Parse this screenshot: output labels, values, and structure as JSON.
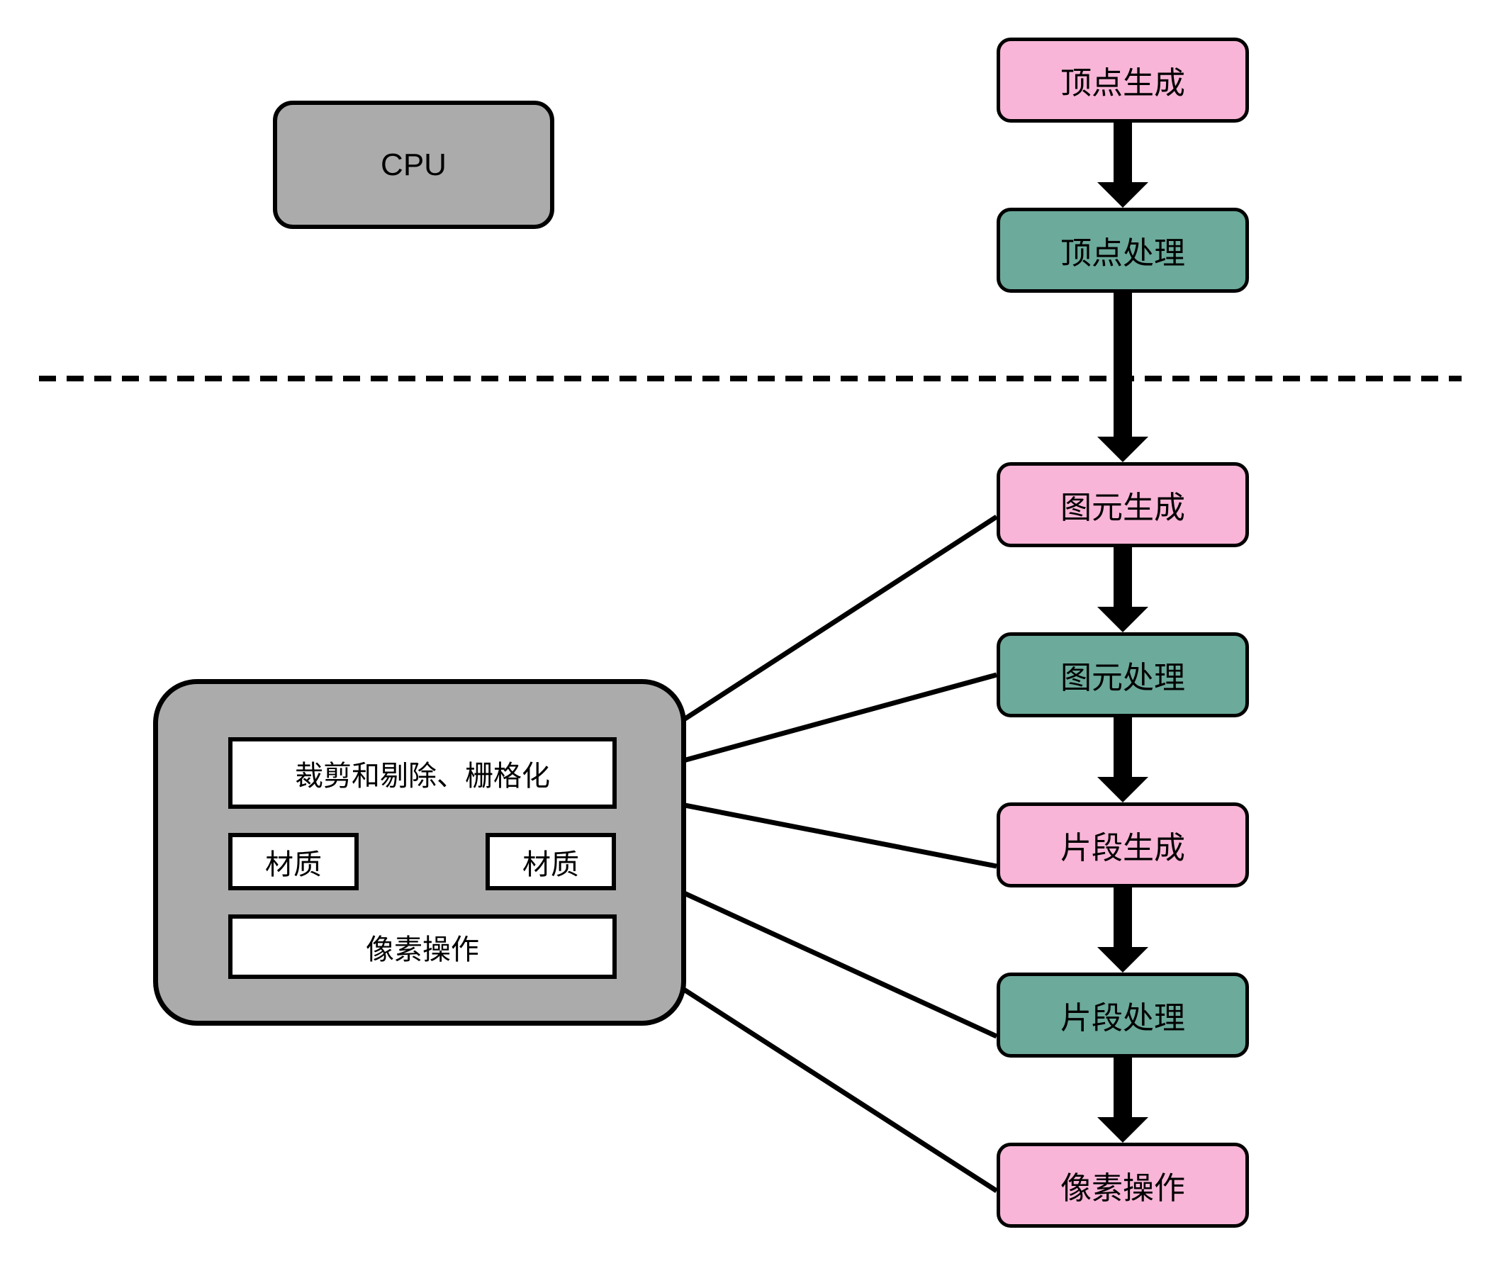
{
  "colors": {
    "pink": "#f8b5d7",
    "teal": "#6caa9b",
    "gray": "#ababab",
    "white_box": "#ffffff",
    "line": "#000000"
  },
  "cpu": {
    "label": "CPU"
  },
  "gpu_block": {
    "clip_raster": {
      "label": "裁剪和剔除、栅格化"
    },
    "texture_left": {
      "label": "材质"
    },
    "texture_right": {
      "label": "材质"
    },
    "pixel_ops": {
      "label": "像素操作"
    }
  },
  "pipeline": {
    "nodes": [
      {
        "id": "vertex-generation",
        "label": "顶点生成",
        "fill": "pink"
      },
      {
        "id": "vertex-processing",
        "label": "顶点处理",
        "fill": "teal"
      },
      {
        "id": "primitive-generation",
        "label": "图元生成",
        "fill": "pink"
      },
      {
        "id": "primitive-processing",
        "label": "图元处理",
        "fill": "teal"
      },
      {
        "id": "fragment-generation",
        "label": "片段生成",
        "fill": "pink"
      },
      {
        "id": "fragment-processing",
        "label": "片段处理",
        "fill": "teal"
      },
      {
        "id": "pixel-operations",
        "label": "像素操作",
        "fill": "pink"
      }
    ],
    "edges": [
      {
        "from": "vertex-generation",
        "to": "vertex-processing",
        "style": "thick-arrow"
      },
      {
        "from": "vertex-processing",
        "to": "primitive-generation",
        "style": "thick-arrow"
      },
      {
        "from": "primitive-generation",
        "to": "primitive-processing",
        "style": "thick-arrow"
      },
      {
        "from": "primitive-processing",
        "to": "fragment-generation",
        "style": "thick-arrow"
      },
      {
        "from": "fragment-generation",
        "to": "fragment-processing",
        "style": "thick-arrow"
      },
      {
        "from": "fragment-processing",
        "to": "pixel-operations",
        "style": "thick-arrow"
      },
      {
        "from": "primitive-generation",
        "to": "clip_raster",
        "style": "thin-arrow"
      },
      {
        "from": "primitive-processing",
        "to": "clip_raster",
        "style": "thin-arrow"
      },
      {
        "from": "fragment-generation",
        "to": "clip_raster",
        "style": "thin-arrow"
      },
      {
        "from": "fragment-processing",
        "to": "texture_right",
        "style": "thin-arrow"
      },
      {
        "from": "pixel-operations",
        "to": "pixel_ops",
        "style": "thin-arrow"
      }
    ]
  },
  "divider": {
    "style": "dashed-line"
  }
}
